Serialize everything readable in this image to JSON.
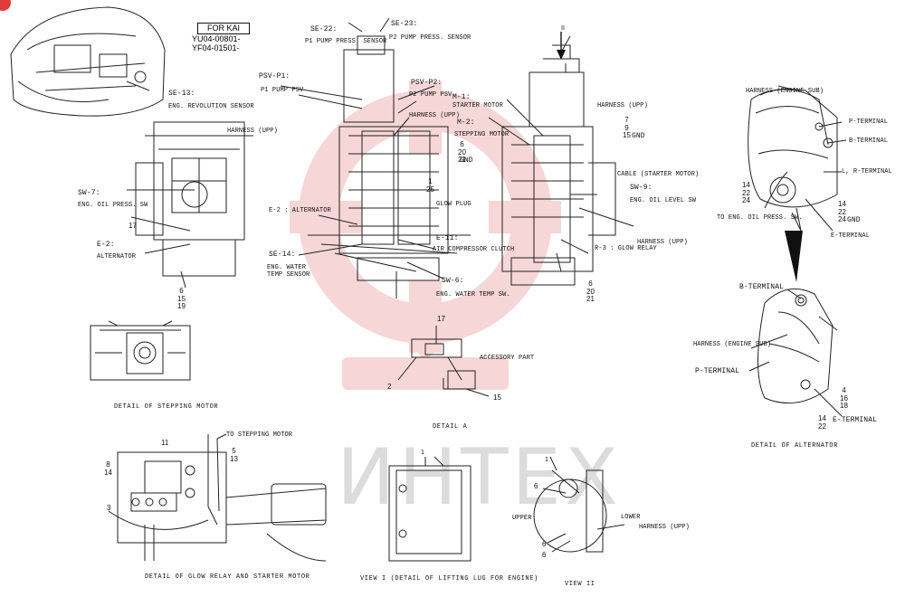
{
  "watermark": {
    "text": "ИНТЕХ",
    "color": "#e05a5a"
  },
  "for_kai": {
    "label": "FOR KAI",
    "codes": [
      "YU04-00801-",
      "YF04-01501-"
    ]
  },
  "captions": {
    "stepping_motor": "DETAIL OF STEPPING MOTOR",
    "glow_relay": "DETAIL OF GLOW RELAY AND STARTER MOTOR",
    "lifting_lug": "VIEW I (DETAIL OF LIFTING LUG FOR ENGINE)",
    "view_ii": "VIEW II",
    "detail_a": "DETAIL A",
    "alternator": "DETAIL OF ALTERNATOR"
  },
  "labels": {
    "se22": "SE-22:",
    "p1_press": "P1 PUMP PRESS. SENSOR",
    "se23": "SE-23:",
    "p2_press": "P2 PUMP PRESS. SENSOR",
    "psvp1": "PSV-P1:",
    "p1_psv": "P1 PUMP PSV",
    "psvp2": "PSV-P2:",
    "p2_psv": "P2 PUMP PSV",
    "harness_upp_mid": "HARNESS (UPP)",
    "se13": "SE-13:",
    "eng_rev": "ENG. REVOLUTION SENSOR",
    "harness_upp_left": "HARNESS (UPP)",
    "sw7": "SW-7:",
    "eng_oil_press": "ENG. OIL PRESS. SW",
    "e2_left": "E-2:",
    "alternator_left": "ALTERNATOR",
    "e2_mid": "E-2 : ALTERNATOR",
    "se14": "SE-14:",
    "eng_water_temp": "ENG. WATER\nTEMP SENSOR",
    "glow_plug": "GLOW PLUG",
    "e11": "E-11:",
    "air_comp": "AIR COMPRESSOR CLUTCH",
    "sw6": "SW-6:",
    "eng_water_temp_sw": "ENG. WATER TEMP SW.",
    "m1": "M-1:",
    "starter_motor": "STARTER MOTOR",
    "m2": "M-2:",
    "stepping_motor": "STEPPING MOTOR",
    "harness_upp_right": "HARNESS (UPP)",
    "gnd_main": "GND",
    "cable_starter": "CABLE (STARTER MOTOR)",
    "sw9": "SW-9:",
    "eng_oil_level": "ENG. OIL LEVEL SW",
    "harness_upp_r3": "HARNESS (UPP)",
    "r3": "R-3 : GLOW RELAY",
    "to_stepping": "TO STEPPING MOTOR",
    "accessory": "ACCESSORY PART",
    "upper": "UPPER",
    "lower": "LOWER",
    "harness_upp_view2": "HARNESS (UPP)",
    "harness_eng_sub_top": "HARNESS (ENGINE SUB)",
    "p_terminal_top": "P-TERMINAL",
    "b_terminal_top": "B-TERMINAL",
    "lr_terminal": "L, R-TERMINAL",
    "to_eng_oil": "TO ENG. OIL PRESS. SW.",
    "gnd_alt": "GND",
    "e_terminal_top": "E-TERMINAL",
    "b_terminal_det": "B-TERMINAL",
    "harness_eng_sub_det": "HARNESS (ENGINE SUB)",
    "p_terminal_det": "P-TERMINAL",
    "e_terminal_det": "E-TERMINAL"
  },
  "numbers": {
    "n17_left": "17",
    "n6_15_19": "6\n15\n19",
    "n1_25": "1\n25",
    "n7_9_15": "7\n9\n15",
    "n6_20_21_top": "6\n20\n21",
    "n6_20_21_bot": "6\n20\n21",
    "n17_a": "17",
    "n2_a": "2",
    "n15_a": "15",
    "n11": "11",
    "n8_14": "8\n14",
    "n5_13": "5\n13",
    "n3": "3",
    "v1_1": "1",
    "v2_6a": "6",
    "v2_6b": "6",
    "v2_6c": "6",
    "alt_14_22_24_l": "14\n22\n24",
    "alt_14_22_24_r": "14\n22\n24",
    "alt_4_16_18": "4\n16\n18",
    "alt_14_22": "14\n22",
    "arrow_ii": "II"
  }
}
